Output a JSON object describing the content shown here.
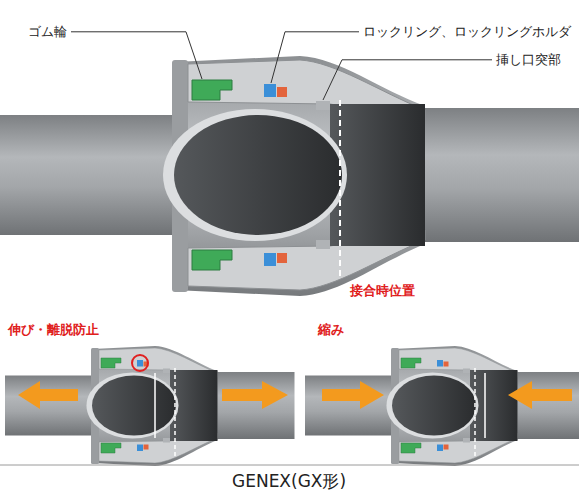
{
  "diagram": {
    "caption": "GENEX(GX形)",
    "labels": [
      "ゴム輪",
      "ロックリング、ロックリングホルダ",
      "挿し口突部",
      "接合時位置",
      "伸び・離脱防止",
      "縮み"
    ]
  }
}
